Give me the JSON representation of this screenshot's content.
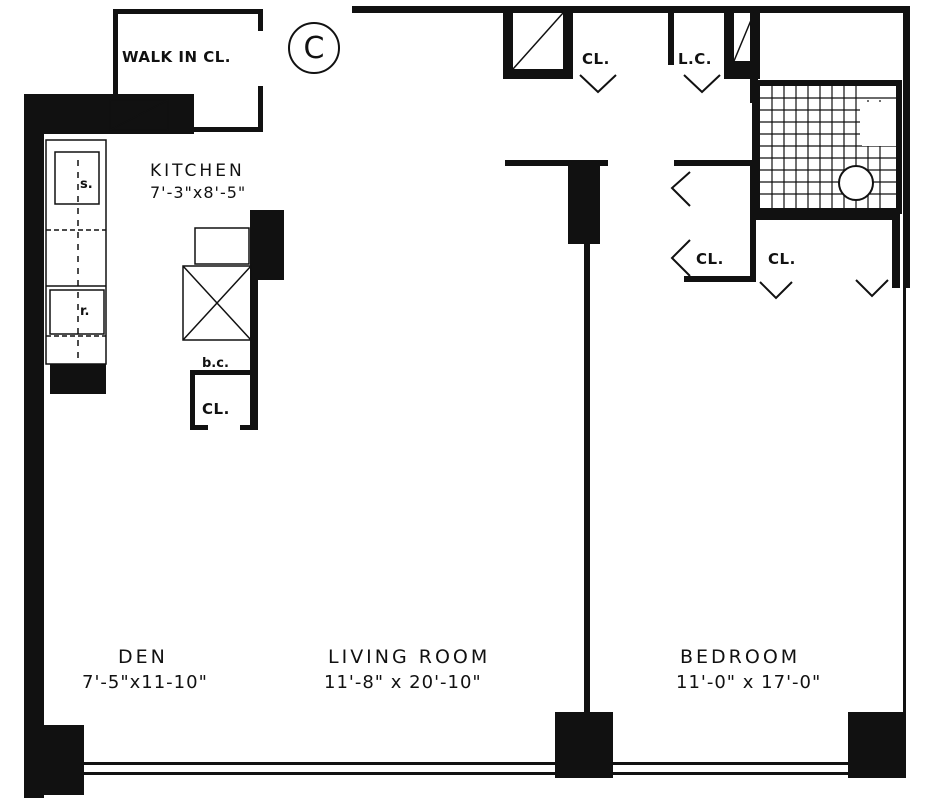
{
  "unit_letter": "C",
  "rooms": {
    "walk_in_closet": "WALK IN CL.",
    "kitchen": {
      "name": "KITCHEN",
      "dims": "7'-3\"x8'-5\""
    },
    "den": {
      "name": "DEN",
      "dims": "7'-5\"x11-10\""
    },
    "living_room": {
      "name": "LIVING ROOM",
      "dims": "11'-8\" x 20'-10\""
    },
    "bedroom": {
      "name": "BEDROOM",
      "dims": "11'-0\" x 17'-0\""
    }
  },
  "fixtures": {
    "sink": "s.",
    "refrigerator": "r.",
    "broom_closet": "b.c.",
    "closet": "CL.",
    "linen_closet": "L.C."
  }
}
